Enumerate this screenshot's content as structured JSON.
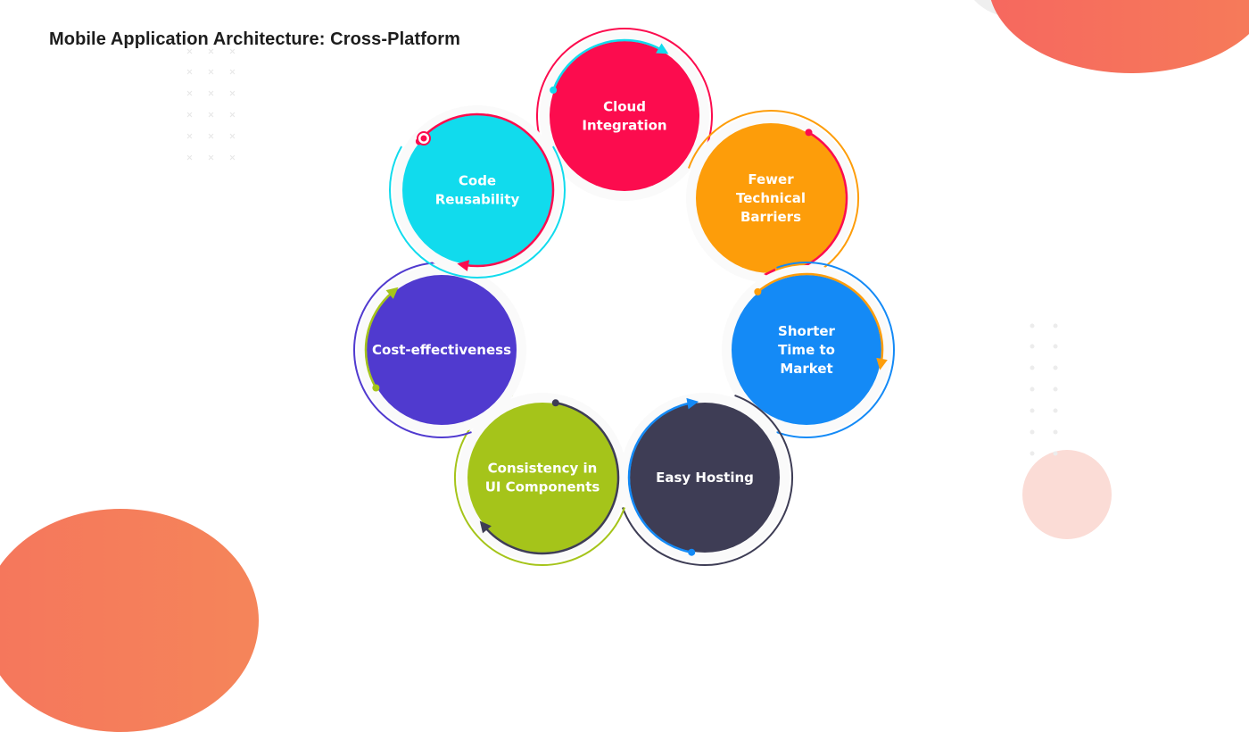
{
  "title": "Mobile Application Architecture: Cross-Platform",
  "colors": {
    "cloud": "#fc0c4e",
    "fewer": "#fd9d0a",
    "shorter": "#148af6",
    "hosting": "#3e3d55",
    "consistency": "#a5c41a",
    "cost": "#503acf",
    "code": "#11dbed",
    "accent_orange": "#f6725c"
  },
  "nodes": [
    {
      "id": "cloud-integration",
      "lines": [
        "Cloud",
        "Integration"
      ]
    },
    {
      "id": "fewer-technical-barriers",
      "lines": [
        "Fewer",
        "Technical",
        "Barriers"
      ]
    },
    {
      "id": "shorter-time-to-market",
      "lines": [
        "Shorter",
        "Time to",
        "Market"
      ]
    },
    {
      "id": "easy-hosting",
      "lines": [
        "Easy Hosting"
      ]
    },
    {
      "id": "consistency-in-ui-components",
      "lines": [
        "Consistency in",
        "UI Components"
      ]
    },
    {
      "id": "cost-effectiveness",
      "lines": [
        "Cost-effectiveness"
      ]
    },
    {
      "id": "code-reusability",
      "lines": [
        "Code",
        "Reusability"
      ]
    }
  ]
}
